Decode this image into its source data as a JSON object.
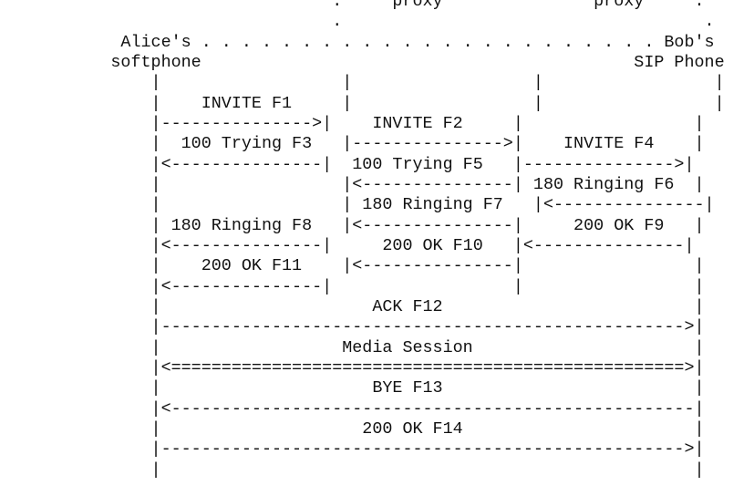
{
  "diagram": {
    "title_text": "SIP call flow via proxies",
    "lines": [
      "                                 .     proxy               proxy     .",
      "                                 .                                    .",
      "            Alice's . . . . . . . . . . . . . . . . . . . . . . . Bob's",
      "           softphone                                           SIP Phone",
      "               |                  |                  |                 |",
      "               |    INVITE F1     |                  |                 |",
      "               |--------------->|    INVITE F2     |                 |",
      "               |  100 Trying F3   |--------------->|    INVITE F4    |",
      "               |<---------------|  100 Trying F5   |--------------->|",
      "               |                  |<---------------| 180 Ringing F6  |",
      "               |                  | 180 Ringing F7   |<---------------|",
      "               | 180 Ringing F8   |<---------------|     200 OK F9   |",
      "               |<---------------|     200 OK F10   |<---------------|",
      "               |    200 OK F11    |<---------------|                 |",
      "               |<---------------|                  |                 |",
      "               |                     ACK F12                         |",
      "               |---------------------------------------------------->|",
      "               |                  Media Session                      |",
      "               |<===================================================>|",
      "               |                     BYE F13                         |",
      "               |<----------------------------------------------------|",
      "               |                    200 OK F14                       |",
      "               |---------------------------------------------------->|",
      "               |                                                     |"
    ]
  }
}
